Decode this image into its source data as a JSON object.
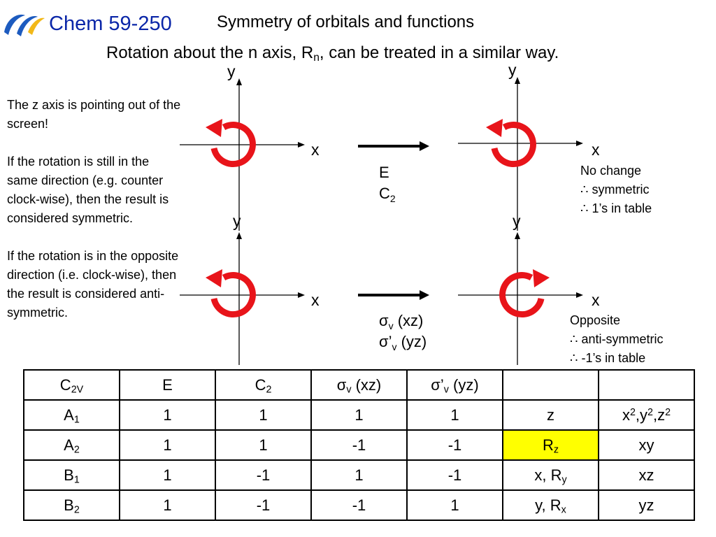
{
  "header": {
    "course": "Chem 59-250",
    "title": "Symmetry of orbitals and functions",
    "subtitle_pre": "Rotation about the n axis, R",
    "subtitle_sub": "n",
    "subtitle_post": ", can be treated in a similar way."
  },
  "left_text": {
    "p1": "The z axis is pointing out of the screen!",
    "p2": "If the rotation is still in the same direction (e.g. counter clock-wise), then the result is considered symmetric.",
    "p3": "If the rotation is in the opposite direction (i.e. clock-wise), then the result is considered anti-symmetric."
  },
  "axes": {
    "x_label": "x",
    "y_label": "y"
  },
  "top_ops": {
    "line1": "E",
    "line2_main": "C",
    "line2_sub": "2"
  },
  "top_note": {
    "line1": "No change",
    "line2": "∴  symmetric",
    "line3": "∴  1’s in table"
  },
  "bottom_ops": {
    "line1_sym": "σ",
    "line1_sub": "v",
    "line1_rest": " (xz)",
    "line2_sym": "σ’",
    "line2_sub": "v",
    "line2_rest": " (yz)"
  },
  "bottom_note": {
    "line1": "Opposite",
    "line2": "∴  anti-symmetric",
    "line3": "∴  -1’s in table"
  },
  "table": {
    "header": {
      "c0_main": "C",
      "c0_sub": "2V",
      "c1": "E",
      "c2_main": "C",
      "c2_sub": "2",
      "c3_sym": "σ",
      "c3_sub": "v",
      "c3_rest": " (xz)",
      "c4_sym": "σ’",
      "c4_sub": "v",
      "c4_rest": " (yz)"
    },
    "rows": [
      {
        "label": "A",
        "label_sub": "1",
        "v": [
          "1",
          "1",
          "1",
          "1"
        ],
        "lin_main": "z",
        "lin_sub": "",
        "quad": "x2,y2,z2"
      },
      {
        "label": "A",
        "label_sub": "2",
        "v": [
          "1",
          "1",
          "-1",
          "-1"
        ],
        "lin_main": "R",
        "lin_sub": "z",
        "quad": "xy"
      },
      {
        "label": "B",
        "label_sub": "1",
        "v": [
          "1",
          "-1",
          "1",
          "-1"
        ],
        "lin_main": "x, R",
        "lin_sub": "y",
        "quad": "xz"
      },
      {
        "label": "B",
        "label_sub": "2",
        "v": [
          "1",
          "-1",
          "-1",
          "1"
        ],
        "lin_main": "y, R",
        "lin_sub": "x",
        "quad": "yz"
      }
    ],
    "quad_a1": {
      "x": "x",
      "s1": "2",
      "y": ",y",
      "s2": "2",
      "z": ",z",
      "s3": "2"
    }
  },
  "colors": {
    "rotation_arrow": "#e8141a",
    "highlight": "#ffff00",
    "course_text": "#0a26a8"
  }
}
